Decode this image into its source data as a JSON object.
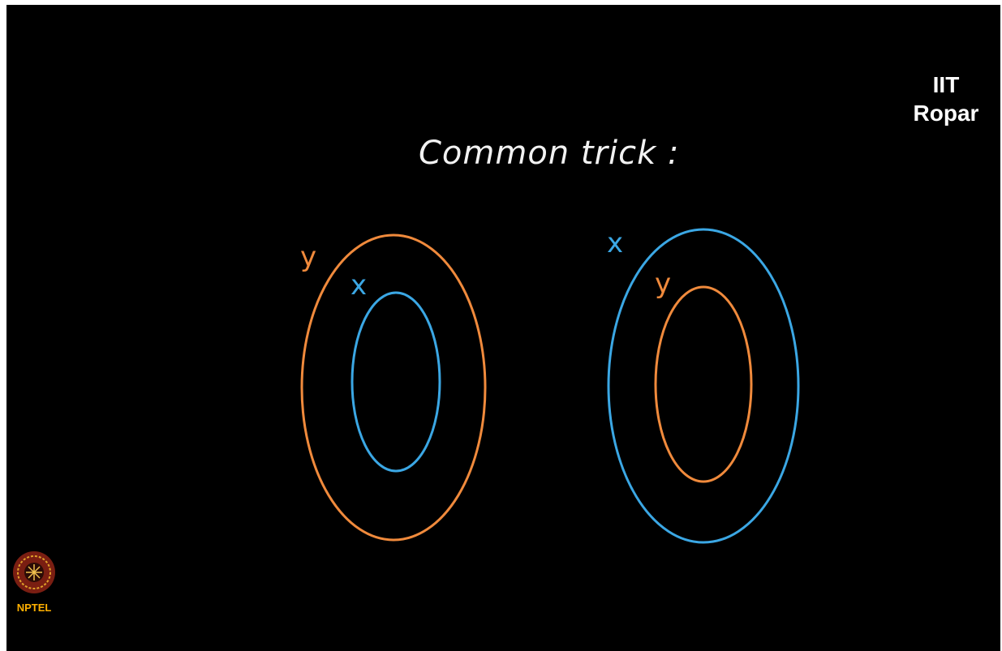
{
  "slide": {
    "title": "Common trick :",
    "institution_line1": "IIT",
    "institution_line2": "Ropar",
    "logo_text": "NPTEL"
  },
  "colors": {
    "background": "#000000",
    "orange": "#f08a3c",
    "blue": "#3ba7e4",
    "text": "#f2f2f2"
  },
  "diagrams": [
    {
      "outer_label": "y",
      "inner_label": "x",
      "outer_color": "orange",
      "inner_color": "blue"
    },
    {
      "outer_label": "x",
      "inner_label": "y",
      "outer_color": "blue",
      "inner_color": "orange"
    }
  ]
}
